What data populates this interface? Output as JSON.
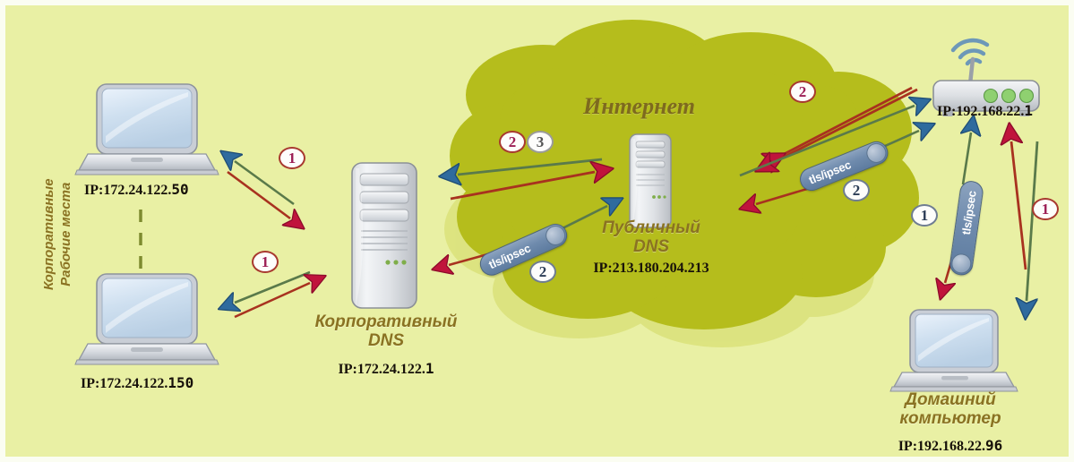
{
  "diagram": {
    "title": "DNS resolution paths diagram",
    "background_color": "#e9f0a4",
    "cloud_color": "#b5bd1c"
  },
  "side_label": {
    "line1": "Корпоративные",
    "line2": "Рабочие места"
  },
  "nodes": [
    {
      "id": "workstation-top",
      "name": "",
      "ip_prefix": "IP:172.24.122",
      "ip_sep": ".",
      "ip_last": "50",
      "type": "laptop"
    },
    {
      "id": "workstation-bottom",
      "name": "",
      "ip_prefix": "IP:172.24.122",
      "ip_sep": ".",
      "ip_last": "150",
      "type": "laptop"
    },
    {
      "id": "corporate-dns",
      "name_line1": "Корпоративный",
      "name_line2": "DNS",
      "ip_prefix": "IP:172.24.122",
      "ip_sep": ".",
      "ip_last": "1",
      "type": "server"
    },
    {
      "id": "public-dns",
      "name_line1": "Публичный",
      "name_line2": "DNS",
      "ip_full": "IP:213.180.204.213",
      "type": "server"
    },
    {
      "id": "router",
      "name": "",
      "ip_prefix": "IP:192.168.22",
      "ip_sep": ".",
      "ip_last": "1",
      "type": "wifi-router"
    },
    {
      "id": "home-computer",
      "name_line1": "Домашний",
      "name_line2": "компьютер",
      "ip_prefix": "IP:192.168.22",
      "ip_sep": ".",
      "ip_last": "96",
      "type": "laptop"
    }
  ],
  "cloud": {
    "label": "Интернет"
  },
  "tunnels": [
    {
      "id": "tunnel-left-cloud",
      "label": "tls/ipsec"
    },
    {
      "id": "tunnel-right-cloud",
      "label": "tls/ipsec"
    },
    {
      "id": "tunnel-home",
      "label": "tls/ipsec"
    }
  ],
  "badges": [
    {
      "id": "badge-ws-top",
      "text": "1",
      "style": "red"
    },
    {
      "id": "badge-ws-bottom",
      "text": "1",
      "style": "red"
    },
    {
      "id": "badge-cloud-left-2",
      "text": "2",
      "style": "red"
    },
    {
      "id": "badge-cloud-left-3",
      "text": "3",
      "style": "grey"
    },
    {
      "id": "badge-cloud-top",
      "text": "2",
      "style": "red"
    },
    {
      "id": "badge-tunnel-left",
      "text": "2",
      "style": "blue"
    },
    {
      "id": "badge-tunnel-right",
      "text": "2",
      "style": "blue"
    },
    {
      "id": "badge-home-tunnel",
      "text": "1",
      "style": "blue"
    },
    {
      "id": "badge-home-right",
      "text": "1",
      "style": "red"
    }
  ],
  "colors": {
    "arrow_blue": "#2f6b9e",
    "arrow_red": "#c0143c",
    "line_green": "#5a7a4a",
    "line_darkred": "#a8321f",
    "label_gold": "#8a7222",
    "cloud": "#b5bd1c",
    "cloud_shadow": "#c9d34a"
  }
}
